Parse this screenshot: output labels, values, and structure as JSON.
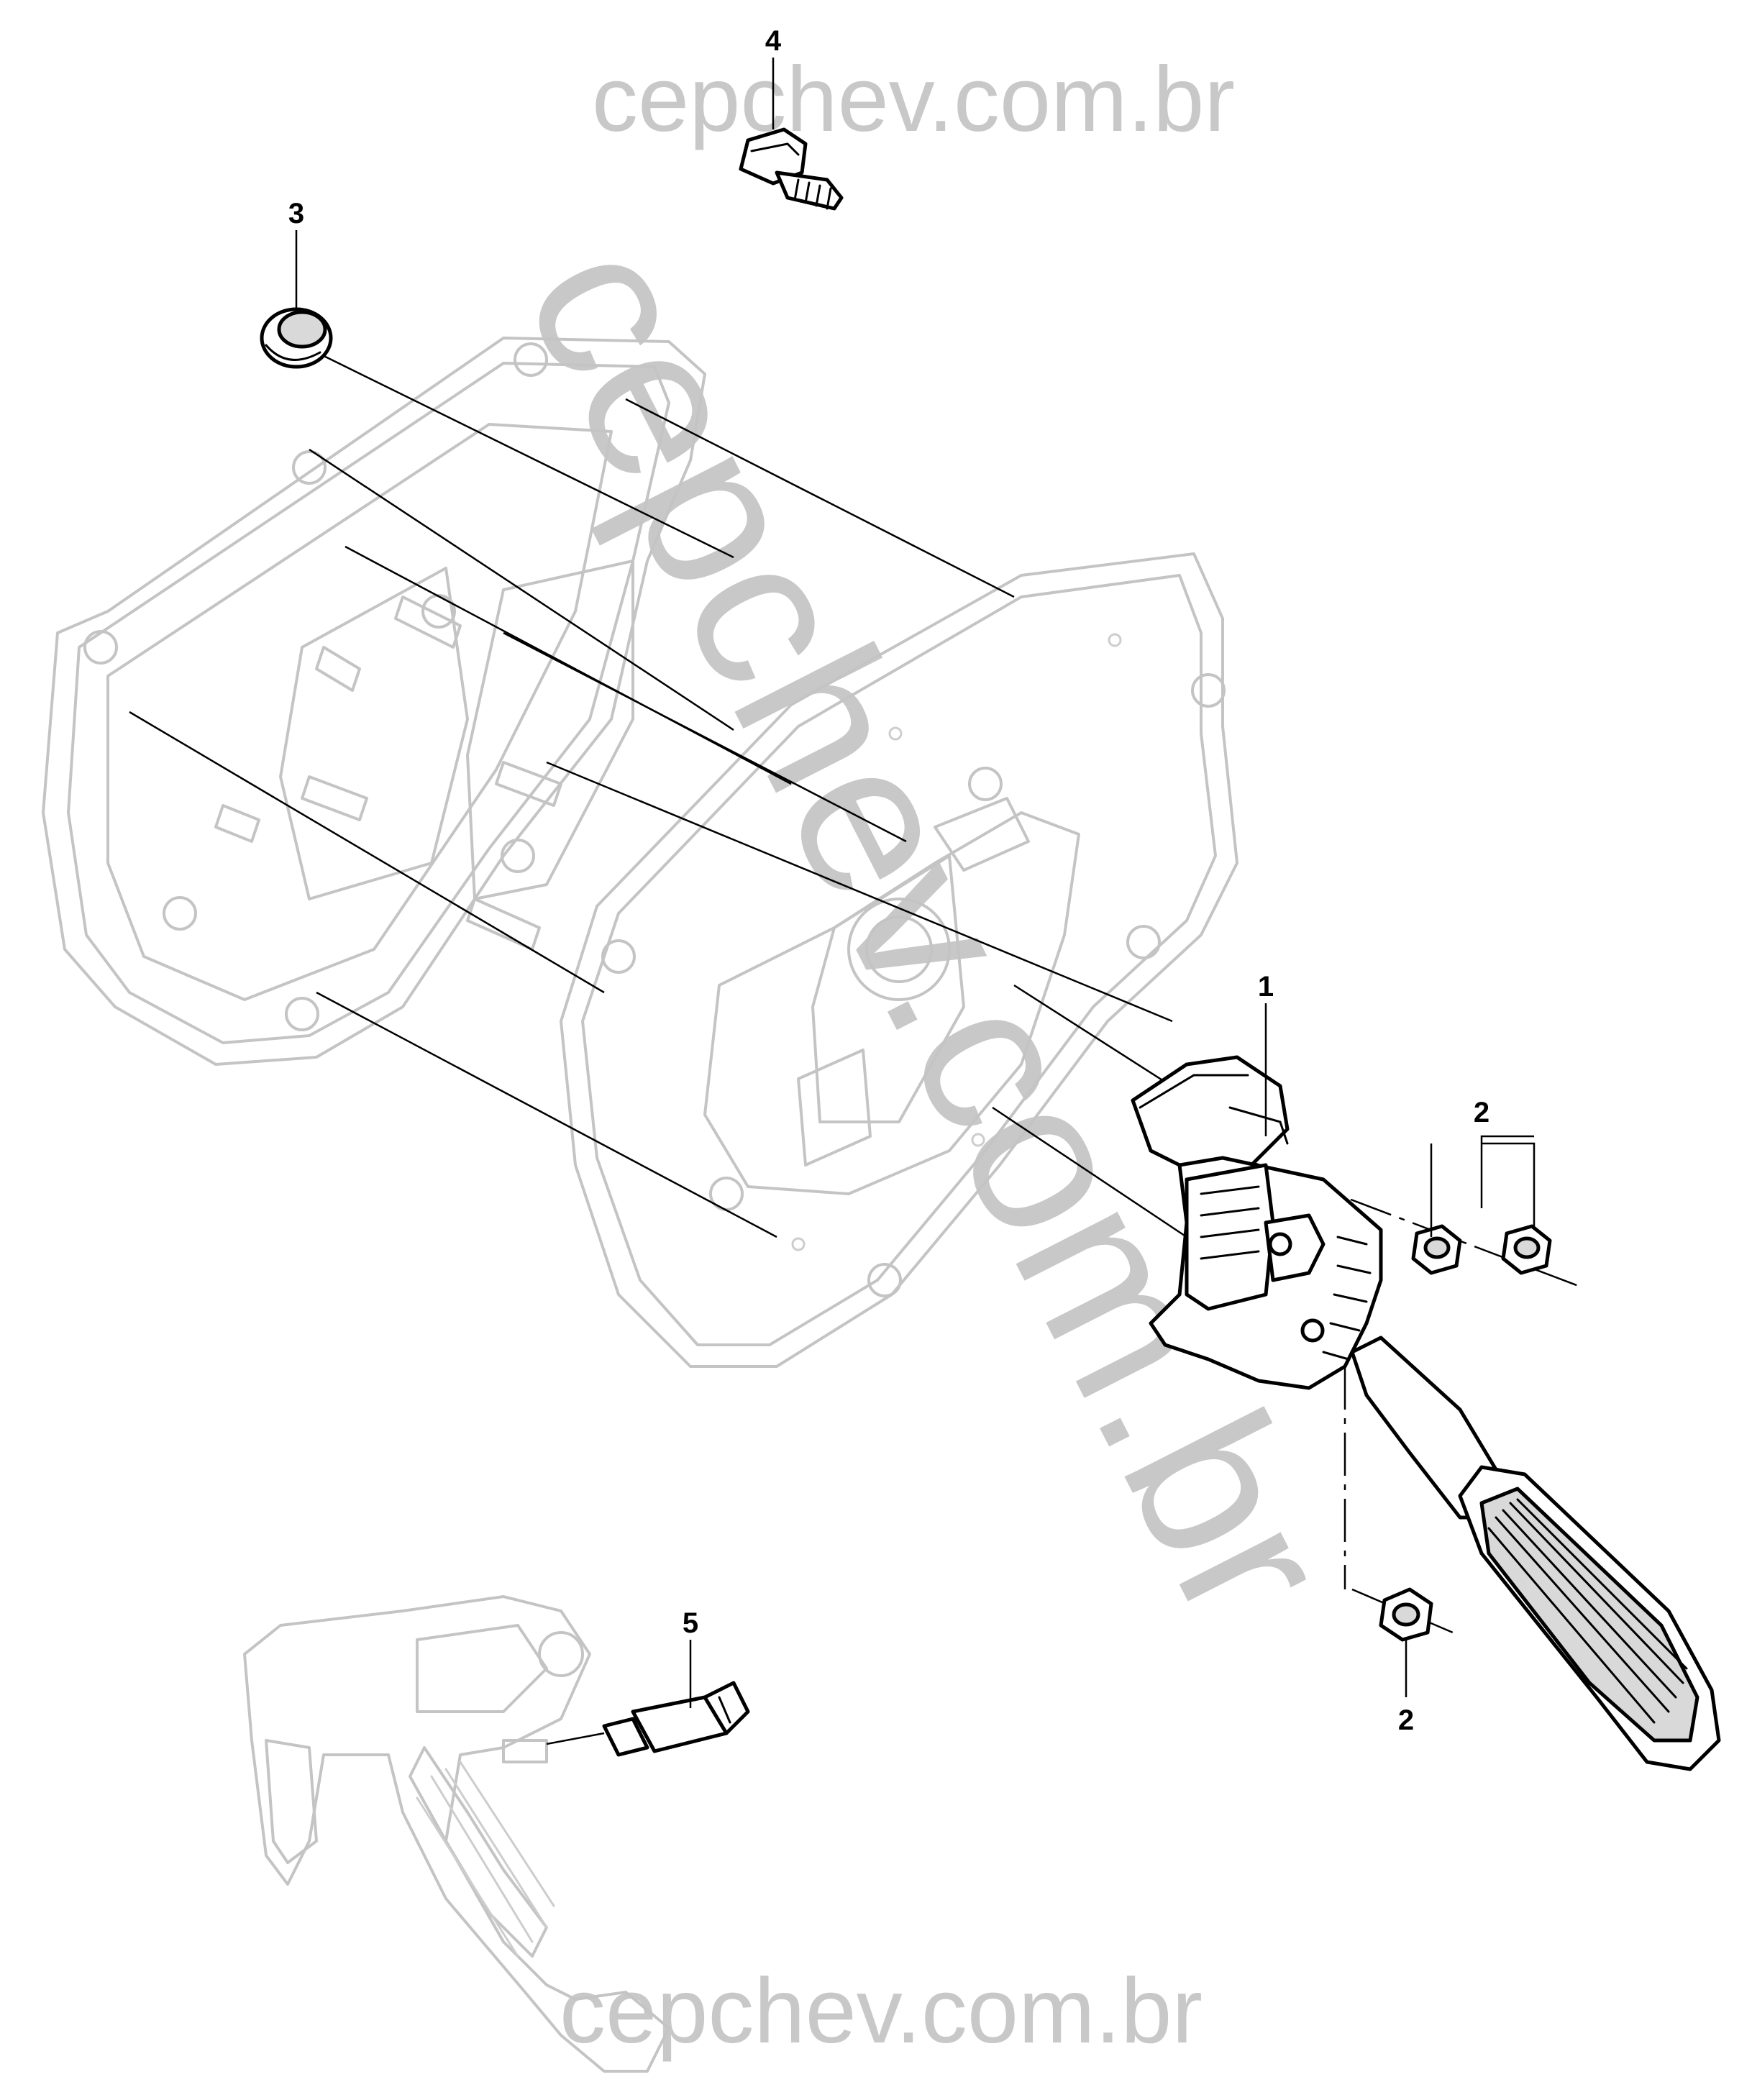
{
  "watermark": {
    "top": "cepchev.com.br",
    "bottom": "cepchev.com.br",
    "diagonal": "cepchev.com.br",
    "color": "#c8c8c8"
  },
  "callouts": [
    {
      "id": "1",
      "label": "1"
    },
    {
      "id": "2",
      "label": "2"
    },
    {
      "id": "3",
      "label": "3"
    },
    {
      "id": "4",
      "label": "4"
    },
    {
      "id": "5",
      "label": "5"
    }
  ],
  "colors": {
    "line": "#000000",
    "ghost": "#c4c4c4",
    "background": "#ffffff"
  }
}
